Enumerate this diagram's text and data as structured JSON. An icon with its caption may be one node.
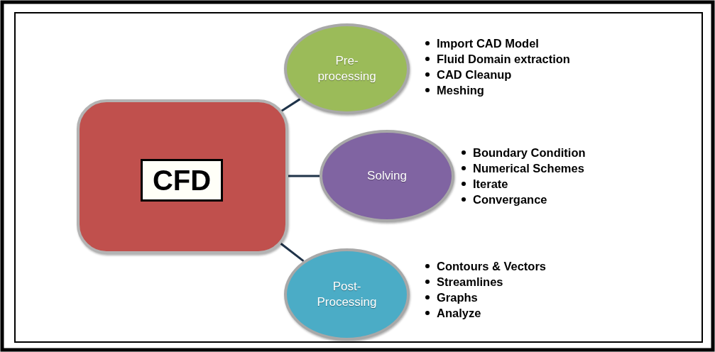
{
  "diagram": {
    "nodes": [
      {
        "text": [],
        "shape": "box"
      },
      {
        "text": [
          "CFD"
        ],
        "in": 0
      },
      {
        "text": [
          "Pre- processing"
        ],
        "beside": [
          "Import CAD Model",
          "Fluid Domain extraction",
          "CAD Cleanup",
          "Meshing"
        ]
      },
      {
        "text": [
          "Solving"
        ],
        "beside": [
          "Boundary Condition",
          "Numerical Schemes",
          "Iterate",
          "Convergance"
        ]
      },
      {
        "text": [
          "Post- Processing"
        ],
        "beside": [
          "Contours & Vectors",
          "Streamlines",
          "Graphs",
          "Analyze"
        ]
      }
    ],
    "edges": [
      {
        "from": 0,
        "to": 2,
        "arrow": "none"
      },
      {
        "from": 0,
        "to": 3,
        "arrow": "none"
      },
      {
        "from": 0,
        "to": 4,
        "arrow": "none"
      }
    ]
  }
}
